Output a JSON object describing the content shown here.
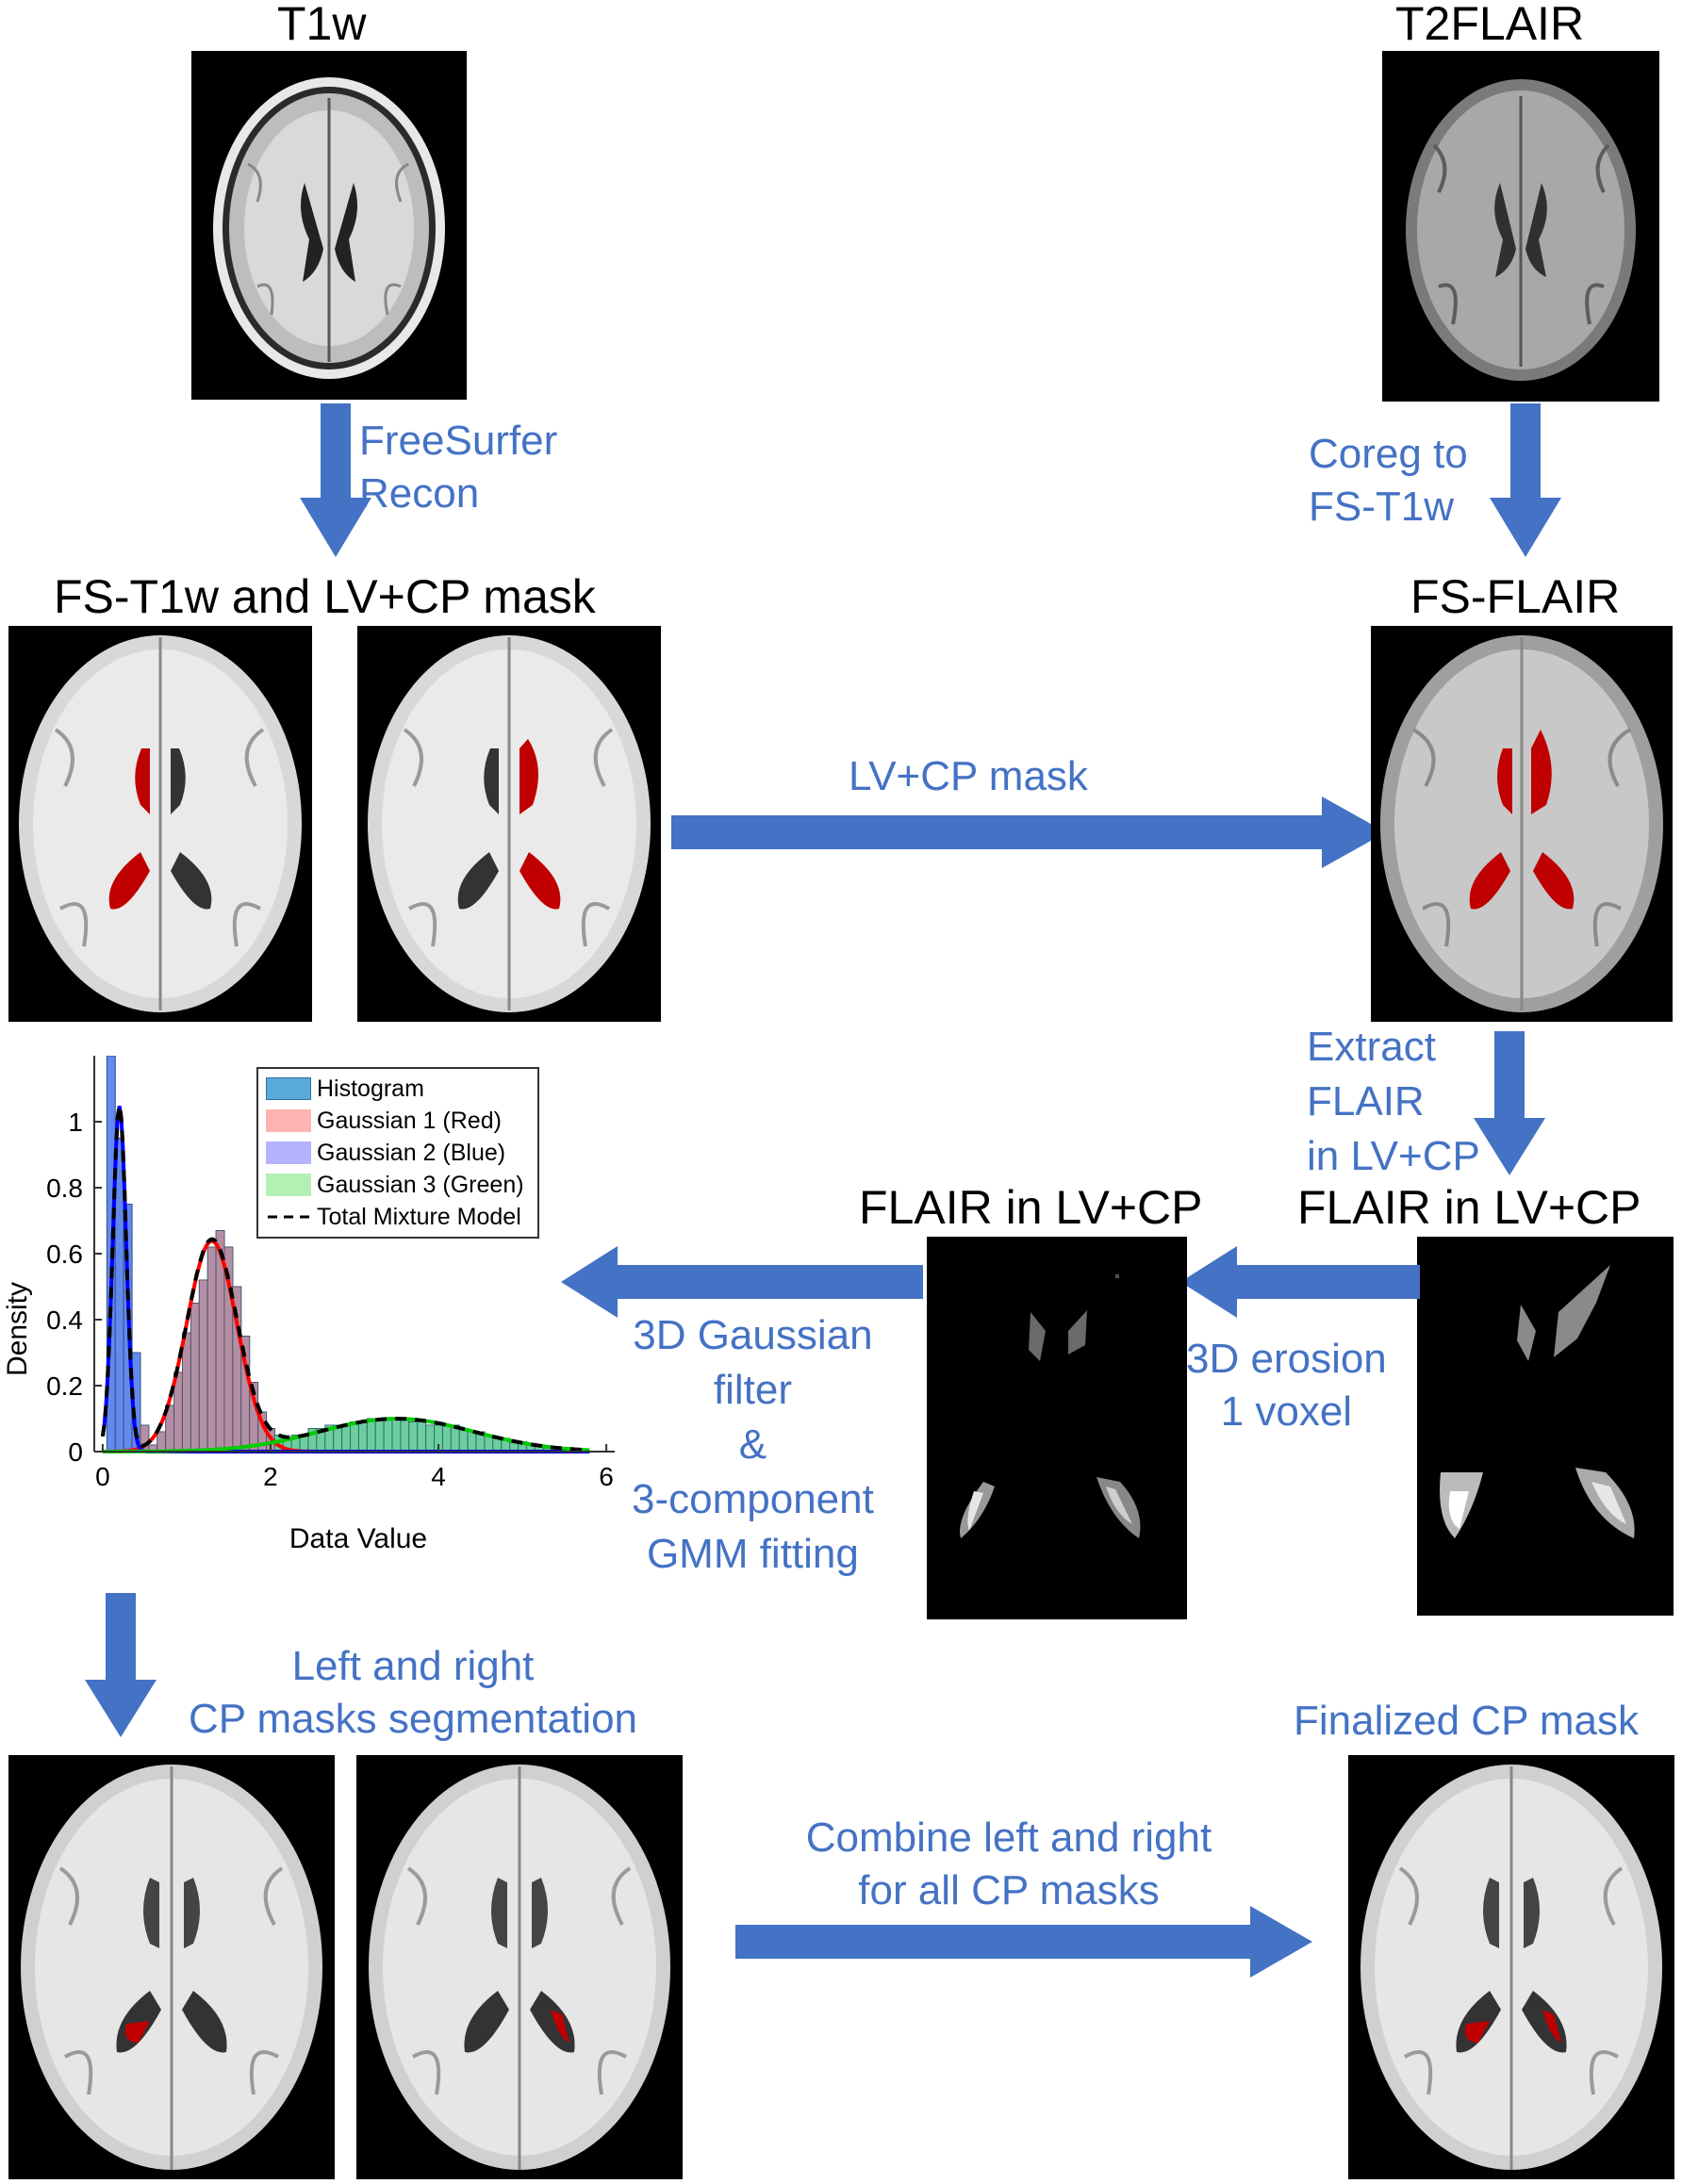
{
  "titles": {
    "t1w": "T1w",
    "t2flair": "T2FLAIR",
    "fs_t1w_mask": "FS-T1w and LV+CP mask",
    "fs_flair": "FS-FLAIR",
    "flair_lvcp_eroded": "FLAIR in LV+CP",
    "flair_lvcp": "FLAIR in LV+CP"
  },
  "steps": {
    "freesurfer_line1": "FreeSurfer",
    "freesurfer_line2": "Recon",
    "coreg_line1": "Coreg to",
    "coreg_line2": "FS-T1w",
    "lvcp_mask": "LV+CP mask",
    "extract_line1": "Extract",
    "extract_line2": "FLAIR",
    "extract_line3": "in LV+CP",
    "erosion_line1": "3D erosion",
    "erosion_line2": "1 voxel",
    "gauss_line1": "3D Gaussian",
    "gauss_line2": "filter",
    "gauss_line3": "&",
    "gauss_line4": "3-component",
    "gauss_line5": "GMM fitting",
    "lr_line1": "Left and right",
    "lr_line2": "CP masks segmentation",
    "combine_line1": "Combine left and right",
    "combine_line2": "for all CP masks",
    "finalized": "Finalized CP mask"
  },
  "colors": {
    "step_text": "#4472C4",
    "arrow": "#4472C4",
    "mask": "#C00000",
    "histogram": "#5AAAD8",
    "gaussian1": "#FF0000",
    "gaussian2": "#0000FF",
    "gaussian3": "#00CC00"
  },
  "chart_data": {
    "type": "bar",
    "xlabel": "Data Value",
    "ylabel": "Density",
    "xlim": [
      -0.1,
      6.1
    ],
    "ylim": [
      0,
      1.2
    ],
    "xticks": [
      "0",
      "2",
      "4",
      "6"
    ],
    "yticks": [
      "0",
      "0.2",
      "0.4",
      "0.6",
      "0.8",
      "1"
    ],
    "legend_position": "top-right",
    "legend": [
      "Histogram",
      "Gaussian 1 (Red)",
      "Gaussian 2 (Blue)",
      "Gaussian 3 (Green)",
      "Total Mixture Model"
    ],
    "bin_width": 0.1,
    "histogram": {
      "x": [
        0.1,
        0.2,
        0.3,
        0.4,
        0.5,
        0.6,
        0.7,
        0.8,
        0.9,
        1.0,
        1.1,
        1.2,
        1.3,
        1.4,
        1.5,
        1.6,
        1.7,
        1.8,
        1.9,
        2.0,
        2.1,
        2.2,
        2.3,
        2.4,
        2.5,
        2.6,
        2.7,
        2.8,
        2.9,
        3.0,
        3.1,
        3.2,
        3.3,
        3.4,
        3.5,
        3.6,
        3.7,
        3.8,
        3.9,
        4.0,
        4.1,
        4.2,
        4.3,
        4.4,
        4.5,
        4.6,
        4.7,
        4.8,
        4.9,
        5.0,
        5.1,
        5.2,
        5.3,
        5.4,
        5.5,
        5.6,
        5.7,
        5.8
      ],
      "values": [
        1.2,
        0.95,
        0.75,
        0.3,
        0.08,
        0.02,
        0.06,
        0.14,
        0.24,
        0.36,
        0.45,
        0.52,
        0.62,
        0.67,
        0.62,
        0.5,
        0.35,
        0.21,
        0.12,
        0.07,
        0.05,
        0.04,
        0.05,
        0.05,
        0.07,
        0.07,
        0.08,
        0.08,
        0.08,
        0.09,
        0.09,
        0.1,
        0.1,
        0.1,
        0.1,
        0.1,
        0.09,
        0.09,
        0.08,
        0.08,
        0.08,
        0.08,
        0.07,
        0.06,
        0.06,
        0.05,
        0.04,
        0.04,
        0.03,
        0.03,
        0.02,
        0.02,
        0.01,
        0.01,
        0.01,
        0.01,
        0.0,
        0.0
      ]
    },
    "gaussian1": {
      "mean": 1.3,
      "sd": 0.3,
      "weight": 0.48
    },
    "gaussian2": {
      "mean": 0.2,
      "sd": 0.08,
      "weight": 0.21
    },
    "gaussian3": {
      "mean": 3.5,
      "sd": 0.92,
      "weight": 0.23
    }
  }
}
